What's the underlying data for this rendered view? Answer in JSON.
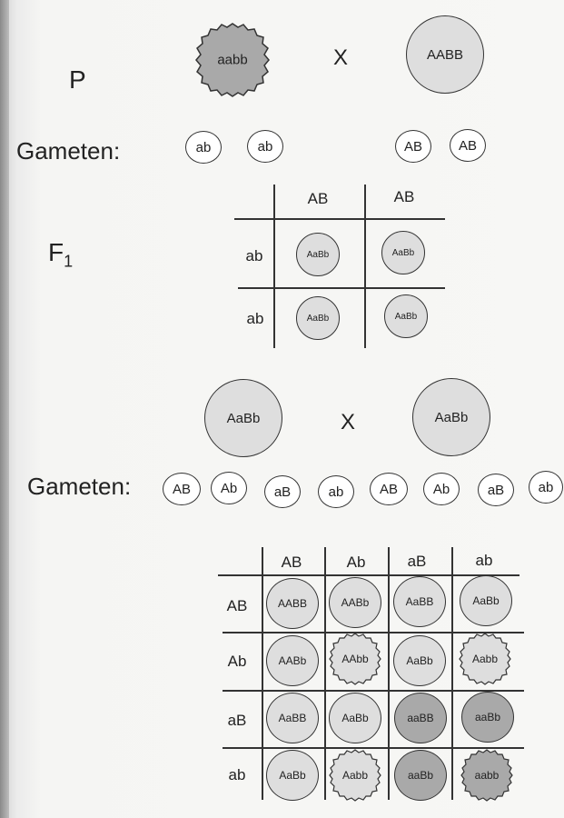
{
  "labels": {
    "p": "P",
    "gameten_1": "Gameten:",
    "f1_letter": "F",
    "f1_sub": "1",
    "gameten_2": "Gameten:",
    "cross_1": "X",
    "cross_2": "X"
  },
  "parents": {
    "left": "aabb",
    "right": "AABB"
  },
  "gametes_p": [
    "ab",
    "ab",
    "AB",
    "AB"
  ],
  "f1_grid": {
    "col_headers": [
      "AB",
      "AB"
    ],
    "row_headers": [
      "ab",
      "ab"
    ],
    "cells": [
      [
        "AaBb",
        "AaBb"
      ],
      [
        "AaBb",
        "AaBb"
      ]
    ]
  },
  "f1_parents": {
    "left": "AaBb",
    "right": "AaBb"
  },
  "gametes_f1": [
    "AB",
    "Ab",
    "aB",
    "ab",
    "AB",
    "Ab",
    "aB",
    "ab"
  ],
  "f2_grid": {
    "col_headers": [
      "AB",
      "Ab",
      "aB",
      "ab"
    ],
    "row_headers": [
      "AB",
      "Ab",
      "aB",
      "ab"
    ],
    "cells": [
      [
        "AABB",
        "AABb",
        "AaBB",
        "AaBb"
      ],
      [
        "AABb",
        "AAbb",
        "AaBb",
        "Aabb"
      ],
      [
        "AaBB",
        "AaBb",
        "aaBB",
        "aaBb"
      ],
      [
        "AaBb",
        "Aabb",
        "aaBb",
        "aabb"
      ]
    ],
    "phenotypes": [
      [
        "round-yellow",
        "round-yellow",
        "round-yellow",
        "round-yellow"
      ],
      [
        "round-yellow",
        "wrinkled-yellow",
        "round-yellow",
        "wrinkled-yellow"
      ],
      [
        "round-yellow",
        "round-yellow",
        "round-green",
        "round-green"
      ],
      [
        "round-yellow",
        "wrinkled-yellow",
        "round-green",
        "wrinkled-green"
      ]
    ]
  },
  "colors": {
    "yellow_fill": "#dedede",
    "green_fill": "#a9a9a9",
    "white_fill": "#ffffff",
    "outline": "#333333"
  }
}
